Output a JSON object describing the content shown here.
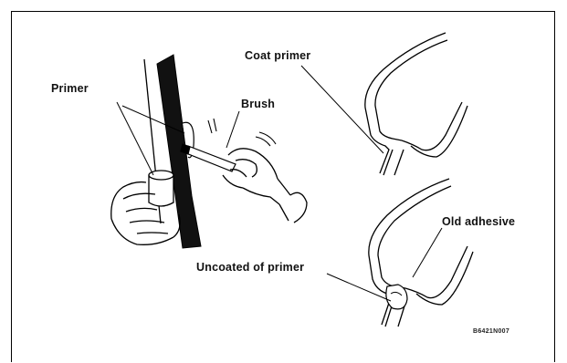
{
  "labels": {
    "primer": "Primer",
    "brush": "Brush",
    "coat_primer": "Coat primer",
    "old_adhesive": "Old adhesive",
    "uncoated_of_primer": "Uncoated of primer"
  },
  "figure_code": "B6421N007"
}
